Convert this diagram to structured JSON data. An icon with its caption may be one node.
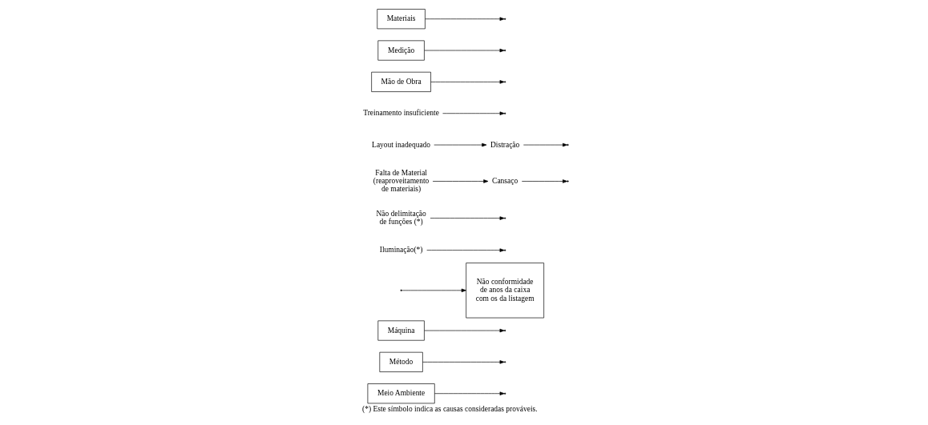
{
  "diagram": {
    "caption": "(*) Este símbolo indica as causas consideradas prováveis.",
    "nodes": [
      {
        "text": [
          "Meio Ambiente"
        ]
      },
      {
        "text": [
          "Método"
        ]
      },
      {
        "text": [
          "Máquina"
        ]
      },
      {
        "text": [
          "Não conformidade de anos da caixa com os da listagem"
        ]
      },
      {
        "text": [
          "Iluminação(*)"
        ]
      },
      {
        "text": [
          "Não delimitação de funções (*)"
        ]
      },
      {
        "text": [
          "Falta de Material (reaproveitamento de materiais)"
        ]
      },
      {
        "text": [
          "Distração"
        ]
      },
      {
        "text": [
          "Cansaço"
        ]
      },
      {
        "text": [
          "Layout inadequado"
        ]
      },
      {
        "text": [
          "Treinamento insuficiente"
        ]
      },
      {
        "text": [
          "Mão de Obra"
        ]
      },
      {
        "text": [
          "Medição"
        ]
      },
      {
        "text": [
          "Materiais"
        ]
      }
    ],
    "edges": [
      {
        "from": null,
        "to": 3,
        "arrow": "to"
      },
      {
        "from": 0,
        "to": null,
        "arrow": "to"
      },
      {
        "from": 1,
        "to": null,
        "arrow": "to"
      },
      {
        "from": 2,
        "to": null,
        "arrow": "to"
      },
      {
        "from": 4,
        "to": null,
        "arrow": "to"
      },
      {
        "from": 5,
        "to": null,
        "arrow": "to"
      },
      {
        "from": 6,
        "to": 8,
        "arrow": "to"
      },
      {
        "from": 9,
        "to": 7,
        "arrow": "to"
      },
      {
        "from": 7,
        "to": null,
        "arrow": "to"
      },
      {
        "from": 8,
        "to": null,
        "arrow": "to"
      },
      {
        "from": 10,
        "to": null,
        "arrow": "to"
      },
      {
        "from": 11,
        "to": null,
        "arrow": "to"
      },
      {
        "from": 12,
        "to": null,
        "arrow": "to"
      },
      {
        "from": 13,
        "to": null,
        "arrow": "to"
      }
    ]
  }
}
